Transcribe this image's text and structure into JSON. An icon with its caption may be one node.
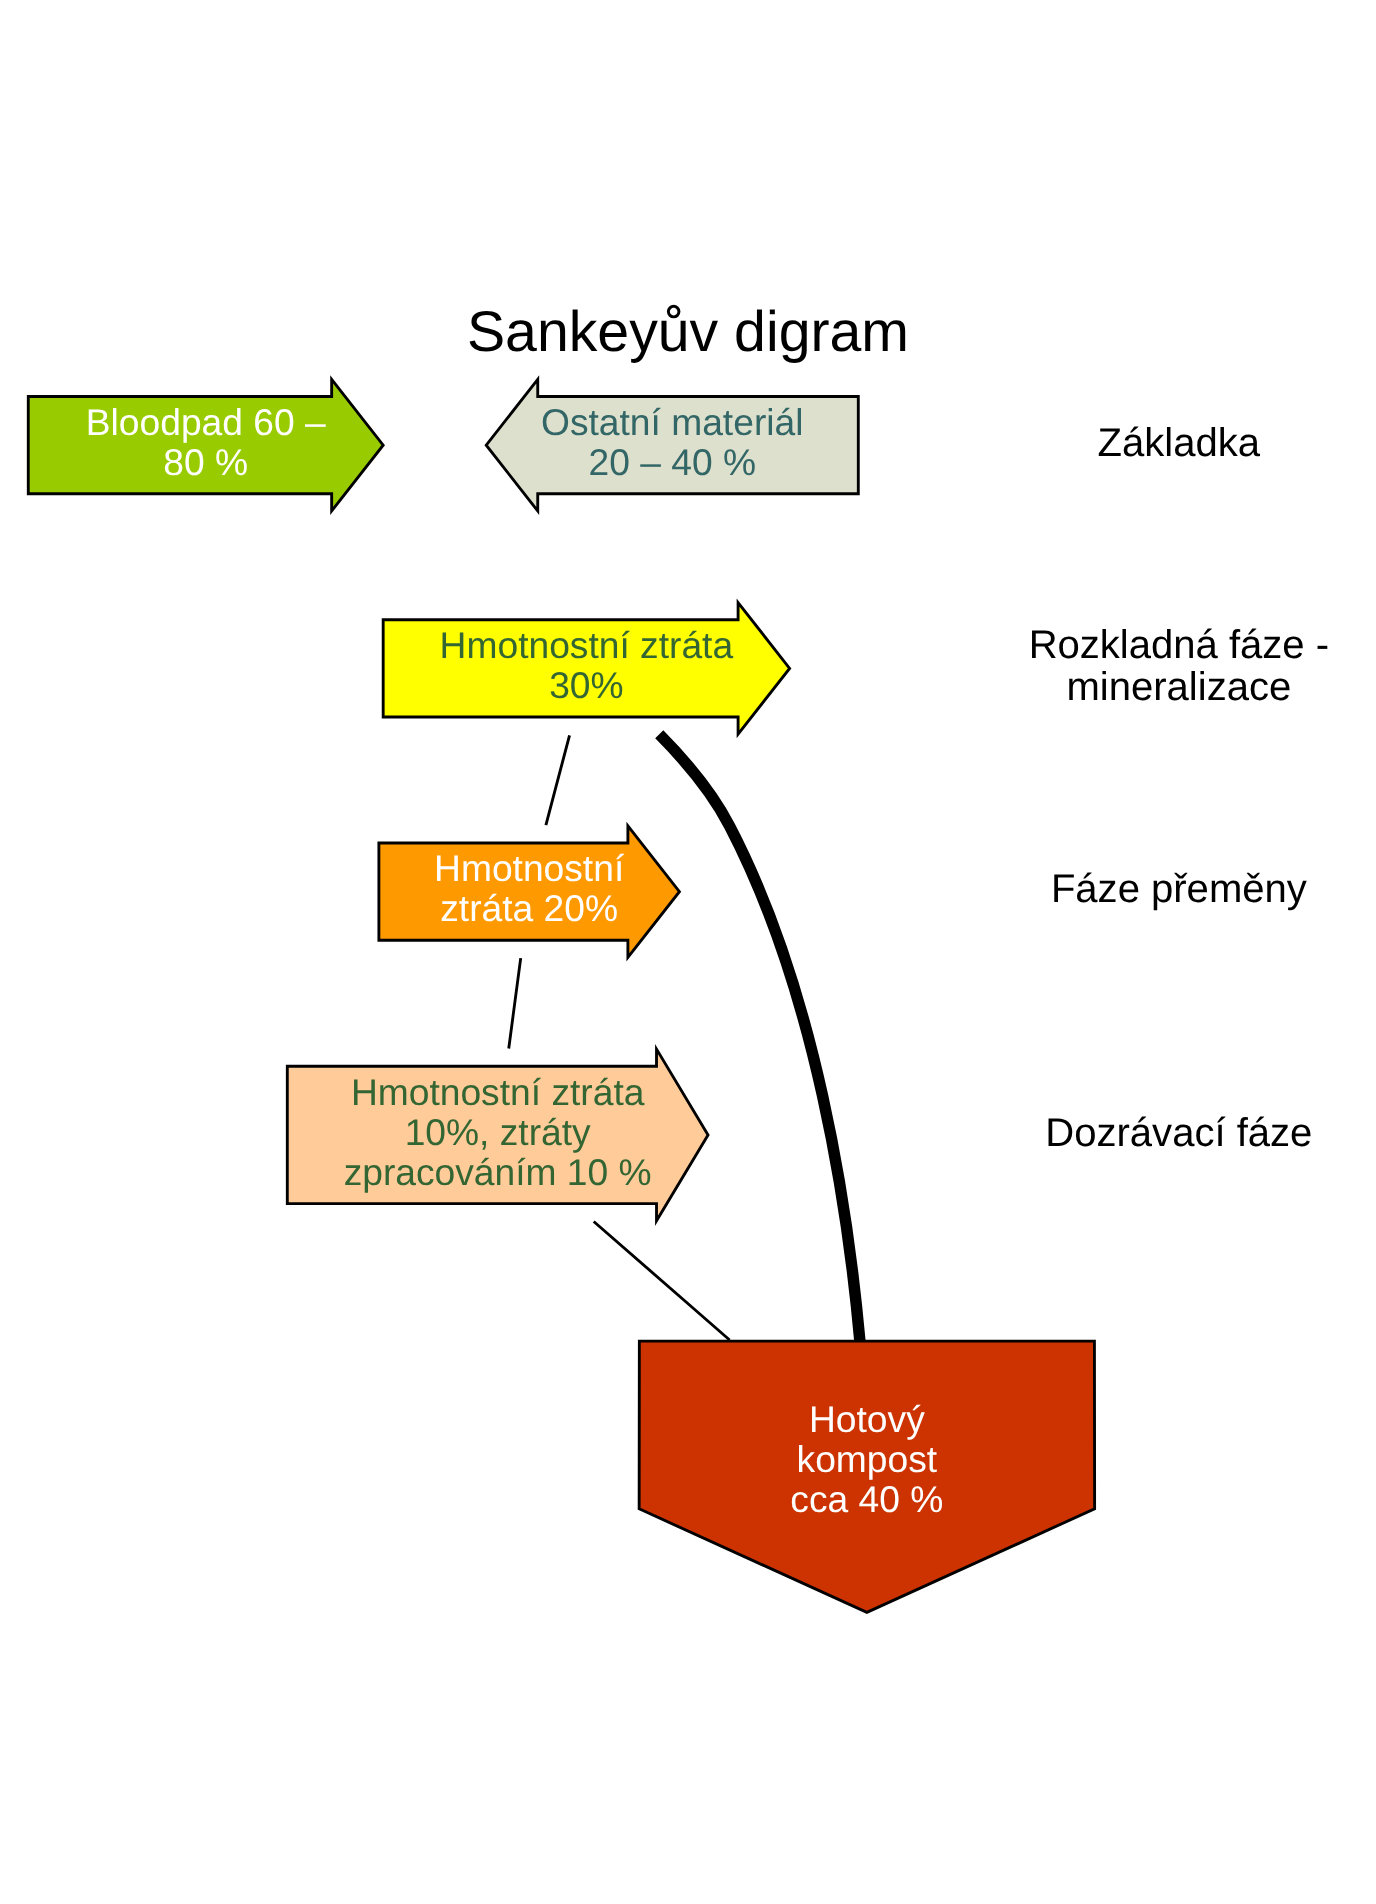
{
  "diagram": {
    "title": "Sankeyův digram",
    "nodes": [
      {
        "text": [
          "Bloodpad 60 – 80 %"
        ]
      },
      {
        "text": [
          "Ostatní materiál 20 – 40 %"
        ]
      },
      {
        "text": [
          "Hmotnostní ztráta 30%"
        ]
      },
      {
        "text": [
          "Hmotnostní ztráta 20%"
        ]
      },
      {
        "text": [
          "Hmotnostní ztráta 10%, ztráty zpracováním 10 %"
        ]
      },
      {
        "text": [
          "Hotový kompost cca 40 %"
        ]
      }
    ],
    "edges": [
      {
        "from": 2,
        "to": 5,
        "arrow": "none",
        "style": "thick"
      },
      {
        "from": 2,
        "to": 3,
        "arrow": "none"
      },
      {
        "from": 3,
        "to": 4,
        "arrow": "none"
      },
      {
        "from": 4,
        "to": 5,
        "arrow": "none"
      }
    ],
    "labels": [
      "Základka",
      "Rozkladná fáze - mineralizace",
      "Fáze přeměny",
      "Dozrávací fáze"
    ]
  }
}
